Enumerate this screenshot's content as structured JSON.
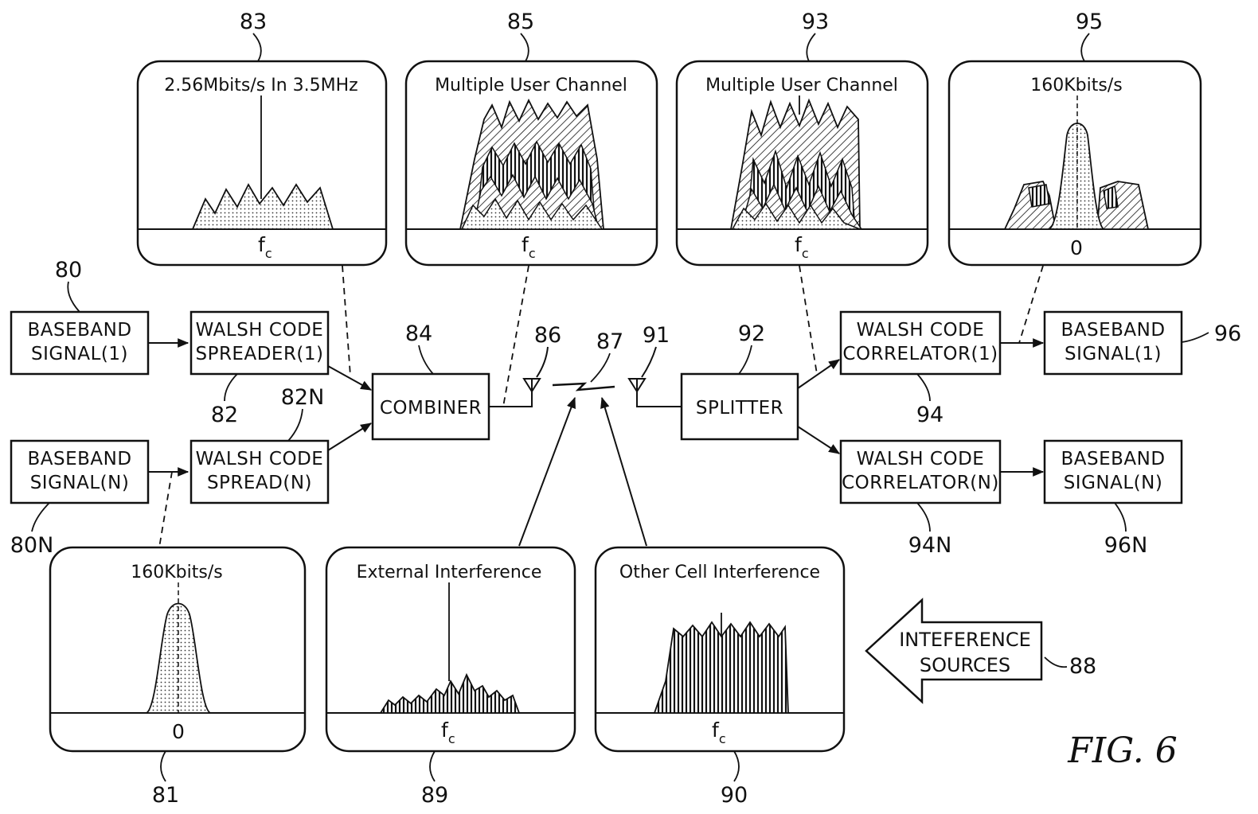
{
  "figure_label": "FIG. 6",
  "blocks": {
    "bb1": {
      "lines": [
        "BASEBAND",
        "SIGNAL(1)"
      ],
      "ref": "80"
    },
    "bbn": {
      "lines": [
        "BASEBAND",
        "SIGNAL(N)"
      ],
      "ref": "80N"
    },
    "ws1": {
      "lines": [
        "WALSH CODE",
        "SPREADER(1)"
      ],
      "ref": "82"
    },
    "wsn": {
      "lines": [
        "WALSH CODE",
        "SPREAD(N)"
      ],
      "ref": "82N"
    },
    "combiner": {
      "lines": [
        "COMBINER"
      ],
      "ref": "84"
    },
    "splitter": {
      "lines": [
        "SPLITTER"
      ],
      "ref": "92"
    },
    "wc1": {
      "lines": [
        "WALSH CODE",
        "CORRELATOR(1)"
      ],
      "ref": "94"
    },
    "wcn": {
      "lines": [
        "WALSH CODE",
        "CORRELATOR(N)"
      ],
      "ref": "94N"
    },
    "out1": {
      "lines": [
        "BASEBAND",
        "SIGNAL(1)"
      ],
      "ref": "96"
    },
    "outn": {
      "lines": [
        "BASEBAND",
        "SIGNAL(N)"
      ],
      "ref": "96N"
    }
  },
  "antennas": {
    "tx_ref": "86",
    "link_ref": "87",
    "rx_ref": "91"
  },
  "interference_arrow": {
    "lines": [
      "INTEFERENCE",
      "SOURCES"
    ],
    "ref": "88"
  },
  "panels": {
    "p83": {
      "ref": "83",
      "title": "2.56Mbits/s In 3.5MHz",
      "axis": "f",
      "axis_sub": "c"
    },
    "p85": {
      "ref": "85",
      "title": "Multiple User Channel",
      "axis": "f",
      "axis_sub": "c"
    },
    "p93": {
      "ref": "93",
      "title": "Multiple User Channel",
      "axis": "f",
      "axis_sub": "c"
    },
    "p95": {
      "ref": "95",
      "title": "160Kbits/s",
      "axis": "0",
      "axis_sub": ""
    },
    "p81": {
      "ref": "81",
      "title": "160Kbits/s",
      "axis": "0",
      "axis_sub": ""
    },
    "p89": {
      "ref": "89",
      "title": "External Interference",
      "axis": "f",
      "axis_sub": "c"
    },
    "p90": {
      "ref": "90",
      "title": "Other Cell Interference",
      "axis": "f",
      "axis_sub": "c"
    }
  }
}
